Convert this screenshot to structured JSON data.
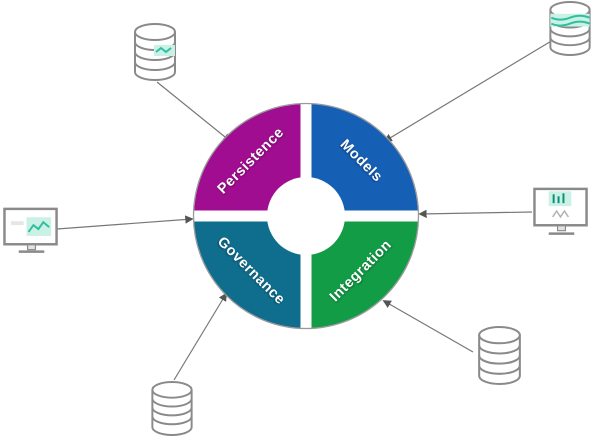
{
  "diagram": {
    "wheel": {
      "quadrants": [
        {
          "label": "Persistence",
          "color": "#A10D90",
          "position": "top-left"
        },
        {
          "label": "Models",
          "color": "#155FB5",
          "position": "top-right"
        },
        {
          "label": "Governance",
          "color": "#0F6E8D",
          "position": "bottom-left"
        },
        {
          "label": "Integration",
          "color": "#119C45",
          "position": "bottom-right"
        }
      ]
    },
    "nodes": [
      {
        "icon": "database-icon",
        "accent": "teal-stripe",
        "position": "top-left"
      },
      {
        "icon": "database-icon",
        "accent": "teal-stripe",
        "position": "top-right"
      },
      {
        "icon": "monitor-icon",
        "accent": "teal-chart",
        "position": "left"
      },
      {
        "icon": "monitor-icon",
        "accent": "teal-chart",
        "position": "right"
      },
      {
        "icon": "database-icon",
        "accent": "none",
        "position": "bottom-right"
      },
      {
        "icon": "database-icon",
        "accent": "none",
        "position": "bottom"
      }
    ],
    "colors": {
      "connector": "#777777",
      "icon_outline": "#8a8a8a",
      "accent_mint": "#C9F1E5",
      "accent_teal": "#2FBFA0",
      "accent_teal_dark": "#0E8E77",
      "ring_outline": "#9a9a9a",
      "background": "#ffffff"
    }
  }
}
